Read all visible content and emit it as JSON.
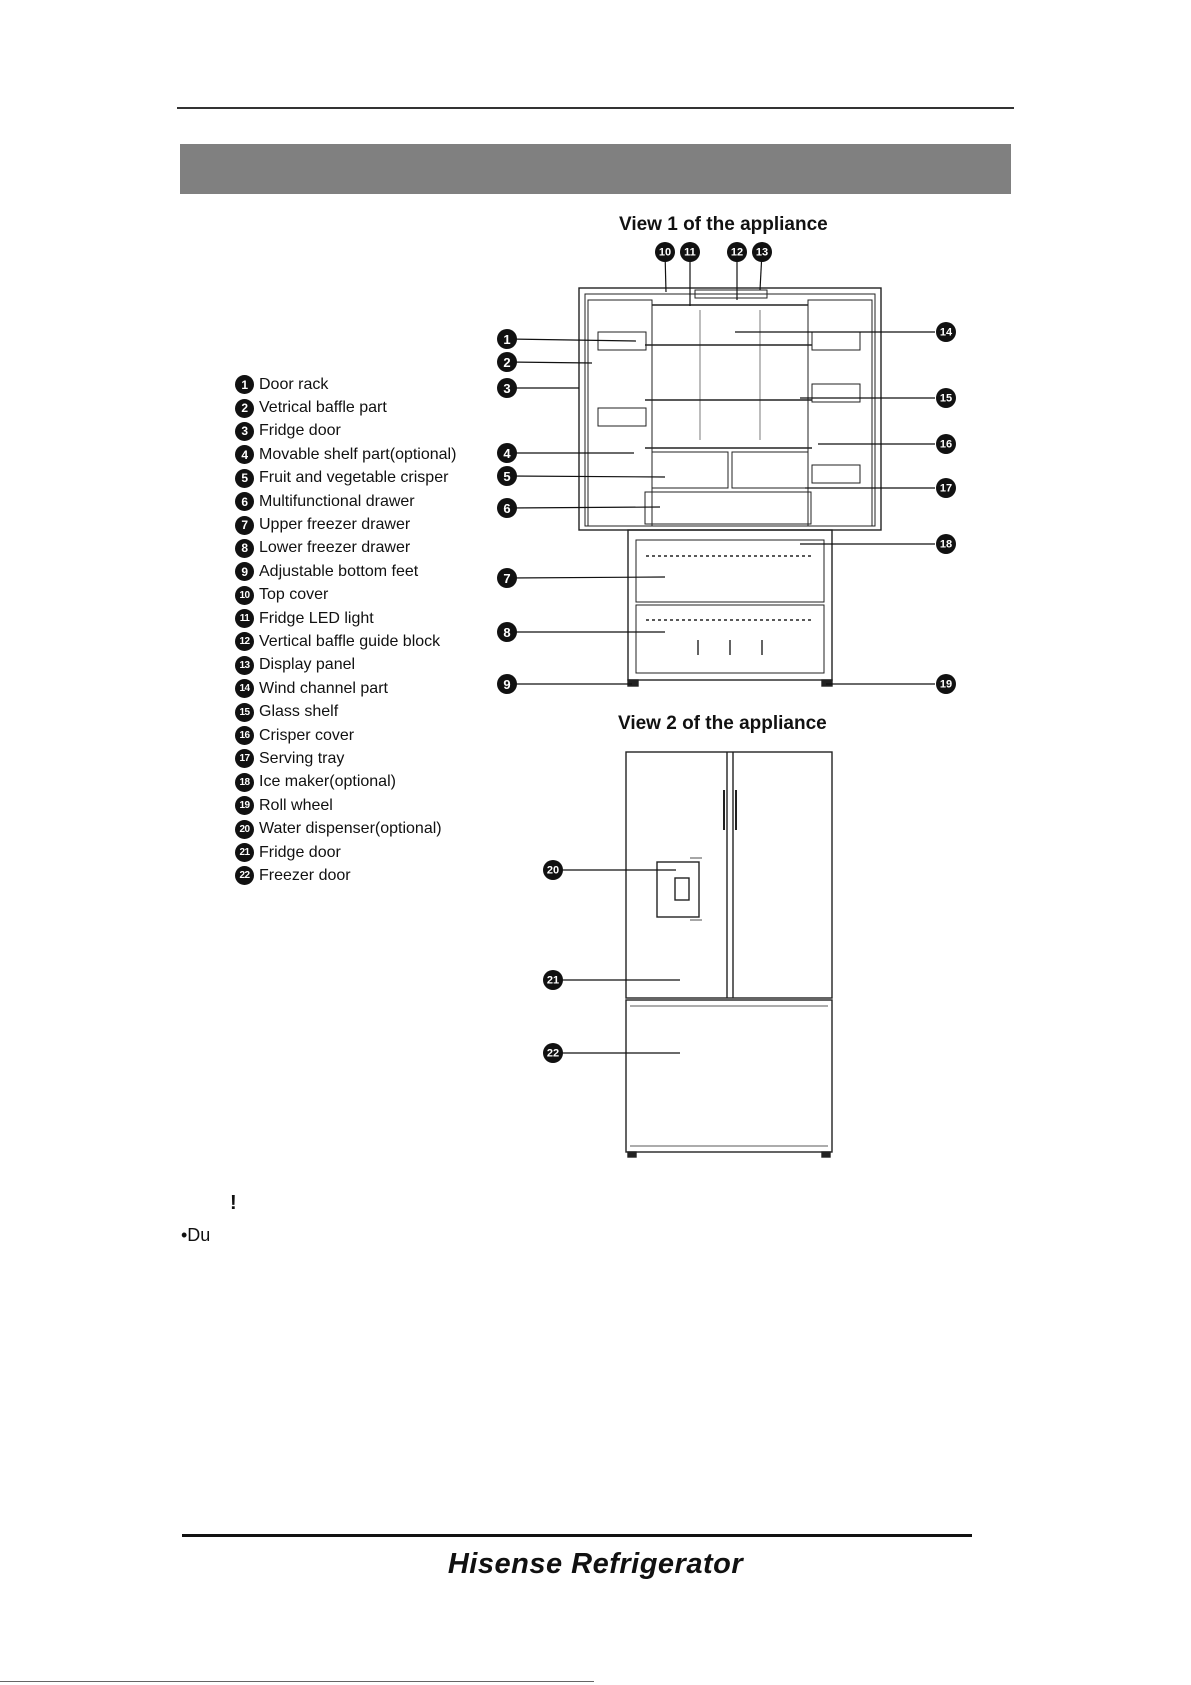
{
  "view1_title": "View 1 of the appliance",
  "view2_title": "View 2 of the appliance",
  "legend": [
    {
      "num": "1",
      "label": "Door rack"
    },
    {
      "num": "2",
      "label": "Vetrical baffle part"
    },
    {
      "num": "3",
      "label": "Fridge door"
    },
    {
      "num": "4",
      "label": "Movable shelf part(optional)"
    },
    {
      "num": "5",
      "label": "Fruit and vegetable crisper"
    },
    {
      "num": "6",
      "label": "Multifunctional drawer"
    },
    {
      "num": "7",
      "label": "Upper freezer drawer"
    },
    {
      "num": "8",
      "label": "Lower freezer drawer"
    },
    {
      "num": "9",
      "label": "Adjustable bottom feet"
    },
    {
      "num": "10",
      "label": "Top cover"
    },
    {
      "num": "11",
      "label": "Fridge LED light"
    },
    {
      "num": "12",
      "label": "Vertical baffle guide block"
    },
    {
      "num": "13",
      "label": "Display panel"
    },
    {
      "num": "14",
      "label": "Wind channel part"
    },
    {
      "num": "15",
      "label": "Glass shelf"
    },
    {
      "num": "16",
      "label": "Crisper cover"
    },
    {
      "num": "17",
      "label": "Serving tray"
    },
    {
      "num": "18",
      "label": "Ice maker(optional)"
    },
    {
      "num": "19",
      "label": "Roll wheel"
    },
    {
      "num": "20",
      "label": "Water dispenser(optional)"
    },
    {
      "num": "21",
      "label": "Fridge door"
    },
    {
      "num": "22",
      "label": "Freezer door"
    }
  ],
  "warning_mark": "!",
  "bullet_text": "•Du",
  "brand": "Hisense Refrigerator"
}
